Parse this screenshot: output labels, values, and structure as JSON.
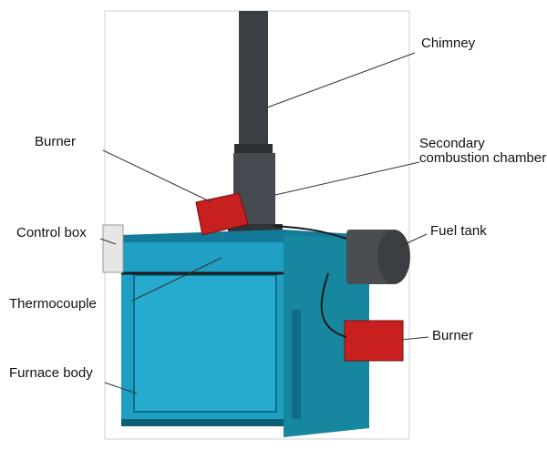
{
  "labels": {
    "chimney": "Chimney",
    "burner_top": "Burner",
    "secondary_1": "Secondary",
    "secondary_2": "combustion chamber",
    "control_box": "Control box",
    "fuel_tank": "Fuel tank",
    "thermocouple": "Thermocouple",
    "burner_bottom": "Burner",
    "furnace_body": "Furnace body"
  },
  "colors": {
    "furnace_blue": "#1f9fc4",
    "furnace_dark": "#137a99",
    "steel_dark": "#3a3f44",
    "burner_red": "#c8201f",
    "tank_gray": "#4a4d52"
  }
}
